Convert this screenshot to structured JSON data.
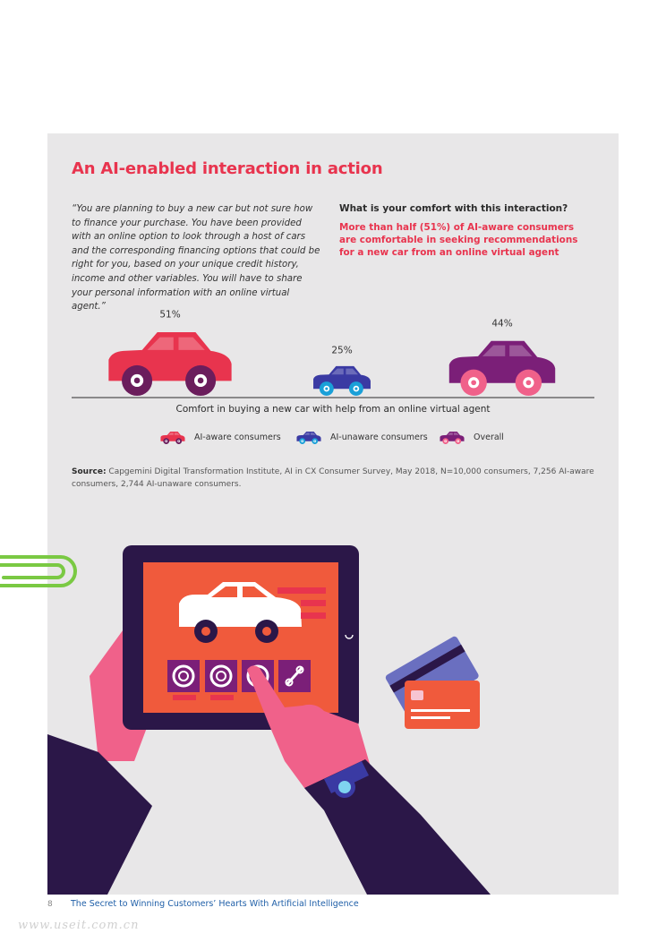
{
  "heading": "An AI-enabled interaction in action",
  "quote": "“You are planning to buy a new car but not sure how to finance your purchase. You have been provided with an online option to look through a host of cars and the corresponding financing options that could be right for you, based on your unique credit history, income and other variables. You will have to share your personal information with an online virtual agent.”",
  "question": "What is your comfort with this interaction?",
  "answer": "More than half (51%) of AI-aware consumers are comfortable in seeking recommendations for a new car from an online virtual agent",
  "chart_data": {
    "type": "bar",
    "title": "",
    "xlabel": "Comfort in buying a new car with help from an online virtual agent",
    "ylabel": "",
    "series": [
      {
        "name": "AI-aware consumers",
        "value": 51,
        "label": "51%",
        "color": "#e8344e",
        "wheel_color": "#6b1d5c"
      },
      {
        "name": "AI-unaware consumers",
        "value": 25,
        "label": "25%",
        "color": "#3a3aa3",
        "wheel_color": "#1aa0d8"
      },
      {
        "name": "Overall",
        "value": 44,
        "label": "44%",
        "color": "#7b1f78",
        "wheel_color": "#f0618a"
      }
    ],
    "legend_position": "bottom"
  },
  "source": {
    "label": "Source:",
    "text": " Capgemini Digital Transformation Institute, AI in CX Consumer Survey, May 2018, N=10,000 consumers, 7,256 AI-aware consumers, 2,744 AI-unaware consumers."
  },
  "footer": {
    "page_number": "8",
    "title": "The Secret to Winning Customers’ Hearts With Artificial Intelligence"
  },
  "watermark": "www.useit.com.cn",
  "icons": [
    "car-icon",
    "tablet-illustration",
    "credit-card-icon",
    "paperclip-icon",
    "hand-icon",
    "wristwatch-icon"
  ]
}
